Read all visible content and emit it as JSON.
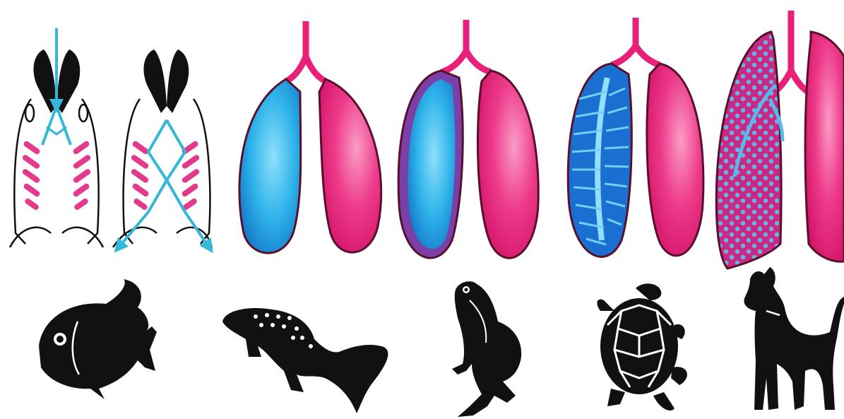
{
  "figure": {
    "background": "#ffffff",
    "colors": {
      "blue": "#1aa7e0",
      "blue_light": "#7fd6f5",
      "pink": "#e8207a",
      "pink_light": "#f77fb3",
      "outline": "#5a0f2c",
      "silhouette": "#111111"
    },
    "panels": [
      {
        "organ": "gills",
        "animal_icon": "fish-icon"
      },
      {
        "organ": "simple-sac-lungs",
        "animal_icon": "salamander-icon"
      },
      {
        "organ": "sac-lungs-with-thin-folds",
        "animal_icon": "frog-icon"
      },
      {
        "organ": "folded-lungs",
        "animal_icon": "turtle-icon"
      },
      {
        "organ": "alveolar-lungs",
        "animal_icon": "dog-icon"
      }
    ]
  }
}
